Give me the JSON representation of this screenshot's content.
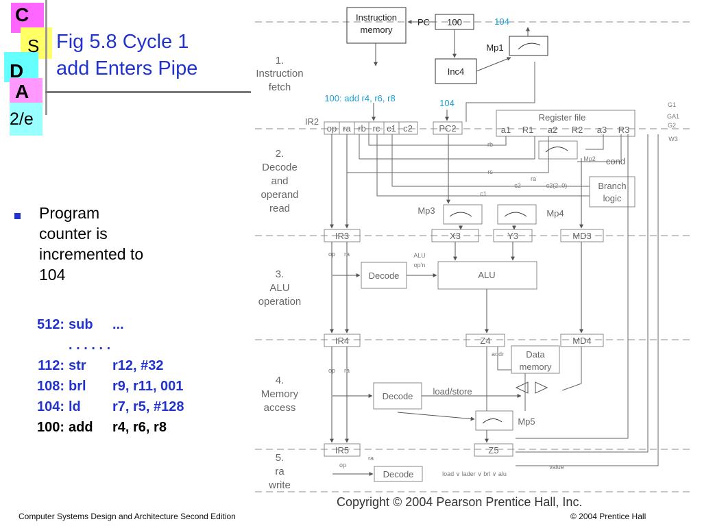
{
  "logo": {
    "letters": [
      "C",
      "S",
      "D",
      "A"
    ],
    "edition": "2/e",
    "colors": [
      "#ff66ff",
      "#ffff66",
      "#66ffff",
      "#ff99ff"
    ]
  },
  "slide": {
    "title_lines": [
      "Fig 5.8 Cycle 1",
      "add Enters Pipe"
    ],
    "bullet_lines": [
      "Program",
      "counter is",
      "incremented to",
      "104"
    ],
    "code_rows": [
      {
        "addr": "512:",
        "op": "sub",
        "args": "...",
        "color": "#2233cc"
      },
      {
        "addr": "",
        "op": ". . . . . .",
        "args": "",
        "color": "#2233cc"
      },
      {
        "addr": "112:",
        "op": "str",
        "args": "r12, #32",
        "color": "#2233cc"
      },
      {
        "addr": "108:",
        "op": "brl",
        "args": "r9, r11, 001",
        "color": "#2233cc"
      },
      {
        "addr": "104:",
        "op": "ld",
        "args": "r7, r5, #128",
        "color": "#2233cc"
      },
      {
        "addr": "100:",
        "op": "add",
        "args": "r4, r6, r8",
        "color": "#000000"
      }
    ]
  },
  "diagram": {
    "stages": [
      "1.",
      "Instruction",
      "fetch",
      "2.",
      "Decode",
      "and",
      "operand",
      "read",
      "3.",
      "ALU",
      "operation",
      "4.",
      "Memory",
      "access",
      "5.",
      "ra",
      "write"
    ],
    "blocks": {
      "imem1": "Instruction",
      "imem2": "memory",
      "pc_label": "PC",
      "pc_value": "100",
      "pc_next": "104",
      "inc4": "Inc4",
      "mp1": "Mp1",
      "ir2_instr": "100:  add  r4, r6, r8",
      "ir2_pc": "104",
      "ir2": "IR2",
      "ir2_fields": [
        "op",
        "ra",
        "rb",
        "rc",
        "c1",
        "c2"
      ],
      "pc2": "PC2",
      "regfile": "Register file",
      "reg_ports": [
        "a1",
        "R1",
        "a2",
        "R2",
        "a3",
        "R3"
      ],
      "g_signals": [
        "G1",
        "GA1",
        "G2",
        "W3"
      ],
      "mp2": "Mp2",
      "cond": "cond",
      "branch1": "Branch",
      "branch2": "logic",
      "sig_rb": "rb",
      "sig_rc": "rc",
      "sig_ra": "ra",
      "sig_c2": "c2",
      "sig_c1": "c1",
      "sig_c2b": "c2(2..0)",
      "mp3": "Mp3",
      "mp4": "Mp4",
      "ir3": "IR3",
      "x3": "X3",
      "y3": "Y3",
      "md3": "MD3",
      "op_small": "op",
      "ra_small": "ra",
      "decode": "Decode",
      "aluop1": "ALU",
      "aluop2": "op'n",
      "alu": "ALU",
      "ir4": "IR4",
      "z4": "Z4",
      "md4": "MD4",
      "addr": "addr",
      "dmem1": "Data",
      "dmem2": "memory",
      "loadstore": "load/store",
      "mp5": "Mp5",
      "ir5": "IR5",
      "z5": "Z5",
      "value": "value",
      "last_logic": "load ∨ lader ∨ brl ∨ alu"
    },
    "copyright": "Copyright © 2004 Pearson Prentice Hall, Inc."
  },
  "footer": {
    "left": "Computer Systems Design and Architecture Second Edition",
    "right": "© 2004 Prentice Hall"
  }
}
